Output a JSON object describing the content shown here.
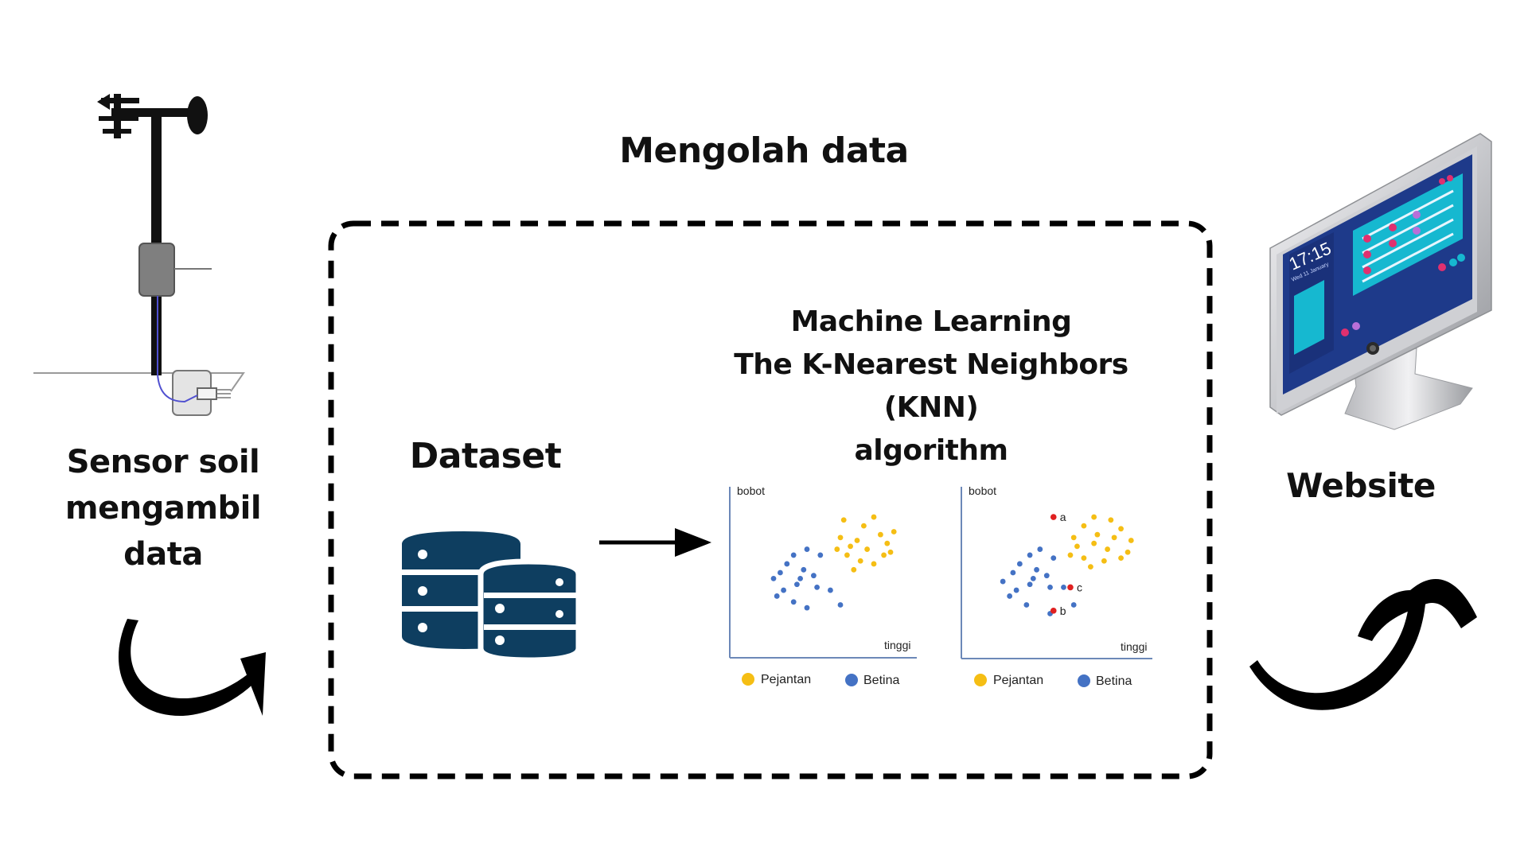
{
  "heading": "Mengolah data",
  "sensor": {
    "caption_lines": [
      "Sensor soil",
      "mengambil",
      "data"
    ]
  },
  "website": {
    "caption": "Website",
    "monitor": {
      "clock_time": "17:15",
      "clock_date": "Wed 11 January"
    }
  },
  "dataset": {
    "caption": "Dataset"
  },
  "machine_learning": {
    "caption_lines": [
      "Machine Learning",
      "The K-Nearest Neighbors (KNN)",
      "algorithm"
    ]
  },
  "colors": {
    "pejantan": "#f5be14",
    "betina": "#4472c4",
    "query_point": "#e02020",
    "database": "#0e3e60",
    "monitor_screen": "#1e3a8a",
    "monitor_panel": "#16b8d0"
  },
  "chart_data": [
    {
      "type": "scatter",
      "xlabel": "tinggi",
      "ylabel": "bobot",
      "legend": [
        "Pejantan",
        "Betina"
      ],
      "series": [
        {
          "name": "Pejantan",
          "color": "#f5be14",
          "points": [
            [
              62,
              86
            ],
            [
              74,
              82
            ],
            [
              80,
              88
            ],
            [
              60,
              74
            ],
            [
              70,
              72
            ],
            [
              84,
              76
            ],
            [
              88,
              70
            ],
            [
              92,
              78
            ],
            [
              66,
              68
            ],
            [
              76,
              66
            ],
            [
              86,
              62
            ],
            [
              64,
              62
            ],
            [
              72,
              58
            ],
            [
              80,
              56
            ],
            [
              68,
              52
            ],
            [
              58,
              66
            ],
            [
              90,
              64
            ]
          ]
        },
        {
          "name": "Betina",
          "color": "#4472c4",
          "points": [
            [
              40,
              66
            ],
            [
              32,
              62
            ],
            [
              28,
              56
            ],
            [
              38,
              52
            ],
            [
              24,
              50
            ],
            [
              36,
              46
            ],
            [
              44,
              48
            ],
            [
              20,
              46
            ],
            [
              26,
              38
            ],
            [
              34,
              42
            ],
            [
              46,
              40
            ],
            [
              22,
              34
            ],
            [
              32,
              30
            ],
            [
              40,
              26
            ],
            [
              54,
              38
            ],
            [
              60,
              28
            ],
            [
              48,
              62
            ]
          ]
        }
      ]
    },
    {
      "type": "scatter",
      "xlabel": "tinggi",
      "ylabel": "bobot",
      "legend": [
        "Pejantan",
        "Betina"
      ],
      "series": [
        {
          "name": "Pejantan",
          "color": "#f5be14",
          "points": [
            [
              72,
              88
            ],
            [
              66,
              82
            ],
            [
              82,
              86
            ],
            [
              88,
              80
            ],
            [
              60,
              74
            ],
            [
              74,
              76
            ],
            [
              84,
              74
            ],
            [
              94,
              72
            ],
            [
              62,
              68
            ],
            [
              72,
              70
            ],
            [
              80,
              66
            ],
            [
              92,
              64
            ],
            [
              58,
              62
            ],
            [
              66,
              60
            ],
            [
              78,
              58
            ],
            [
              70,
              54
            ],
            [
              88,
              60
            ]
          ]
        },
        {
          "name": "Betina",
          "color": "#4472c4",
          "points": [
            [
              40,
              66
            ],
            [
              34,
              62
            ],
            [
              28,
              56
            ],
            [
              38,
              52
            ],
            [
              24,
              50
            ],
            [
              36,
              46
            ],
            [
              44,
              48
            ],
            [
              18,
              44
            ],
            [
              26,
              38
            ],
            [
              34,
              42
            ],
            [
              46,
              40
            ],
            [
              22,
              34
            ],
            [
              32,
              28
            ],
            [
              46,
              22
            ],
            [
              54,
              40
            ],
            [
              60,
              28
            ],
            [
              48,
              60
            ]
          ]
        }
      ],
      "query_points": [
        {
          "label": "a",
          "x": 48,
          "y": 88
        },
        {
          "label": "c",
          "x": 58,
          "y": 40
        },
        {
          "label": "b",
          "x": 48,
          "y": 24
        }
      ]
    }
  ]
}
